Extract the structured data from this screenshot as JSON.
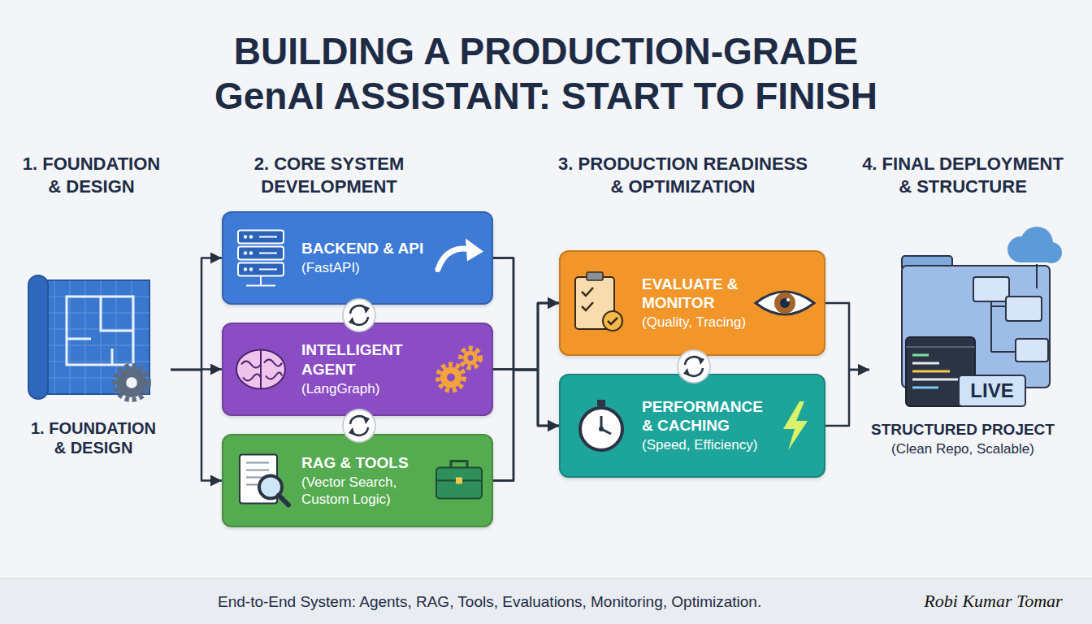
{
  "diagram": {
    "title": "BUILDING A PRODUCTION-GRADE GenAI ASSISTANT: START TO FINISH",
    "caption": "End-to-End System: Agents, RAG, Tools, Evaluations, Monitoring, Optimization.",
    "nodes": [
      {
        "text": [
          "1. FOUNDATION & DESIGN"
        ]
      },
      {
        "text": [
          "BACKEND & API",
          "(FastAPI)"
        ]
      },
      {
        "text": [
          "INTELLIGENT AGENT",
          "(LangGraph)"
        ]
      },
      {
        "text": [
          "RAG & TOOLS",
          "(Vector Search, Custom Logic)"
        ]
      },
      {
        "text": [
          "EVALUATE & MONITOR",
          "(Quality, Tracing)"
        ]
      },
      {
        "text": [
          "PERFORMANCE & CACHING",
          "(Speed, Efficiency)"
        ]
      },
      {
        "text": [
          "STRUCTURED PROJECT",
          "(Clean Repo, Scalable)"
        ]
      }
    ],
    "edges": [
      {
        "from": 0,
        "to": 1,
        "arrow": "to"
      },
      {
        "from": 0,
        "to": 2,
        "arrow": "to"
      },
      {
        "from": 0,
        "to": 3,
        "arrow": "to"
      },
      {
        "from": 1,
        "to": 4,
        "arrow": "to"
      },
      {
        "from": 1,
        "to": 5,
        "arrow": "to"
      },
      {
        "from": 2,
        "to": 4,
        "arrow": "to"
      },
      {
        "from": 2,
        "to": 5,
        "arrow": "to"
      },
      {
        "from": 3,
        "to": 4,
        "arrow": "to"
      },
      {
        "from": 3,
        "to": 5,
        "arrow": "to"
      },
      {
        "from": 4,
        "to": 6,
        "arrow": "to"
      },
      {
        "from": 5,
        "to": 6,
        "arrow": "to"
      }
    ],
    "labels": [
      "1. FOUNDATION & DESIGN",
      "2. CORE SYSTEM DEVELOPMENT",
      "3. PRODUCTION READINESS & OPTIMIZATION",
      "4. FINAL DEPLOYMENT & STRUCTURE",
      "LIVE",
      "Robi Kumar Tomar"
    ]
  }
}
